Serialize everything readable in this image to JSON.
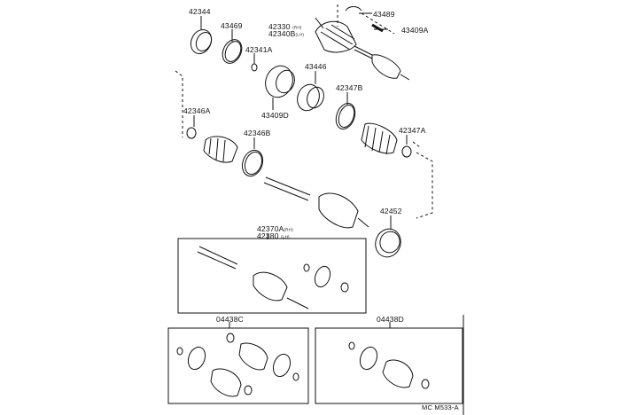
{
  "labels": {
    "p42344": "42344",
    "p43469": "43469",
    "p42341A": "42341A",
    "p42330": "42330",
    "p42330_side": "(RH)",
    "p42340B": "42340B",
    "p42340B_side": "(LH)",
    "p43489": "43489",
    "p43409A": "43409A",
    "p43446": "43446",
    "p43409D": "43409D",
    "p42347B": "42347B",
    "p42346A": "42346A",
    "p42346B": "42346B",
    "p42347A": "42347A",
    "p42452": "42452",
    "p42370A": "42370A",
    "p42370A_side": "(RH)",
    "p42380": "42380",
    "p42380_side": "(LH)",
    "p04438C": "04438C",
    "p04438D": "04438D"
  },
  "diagram_code": "MC M533-A"
}
